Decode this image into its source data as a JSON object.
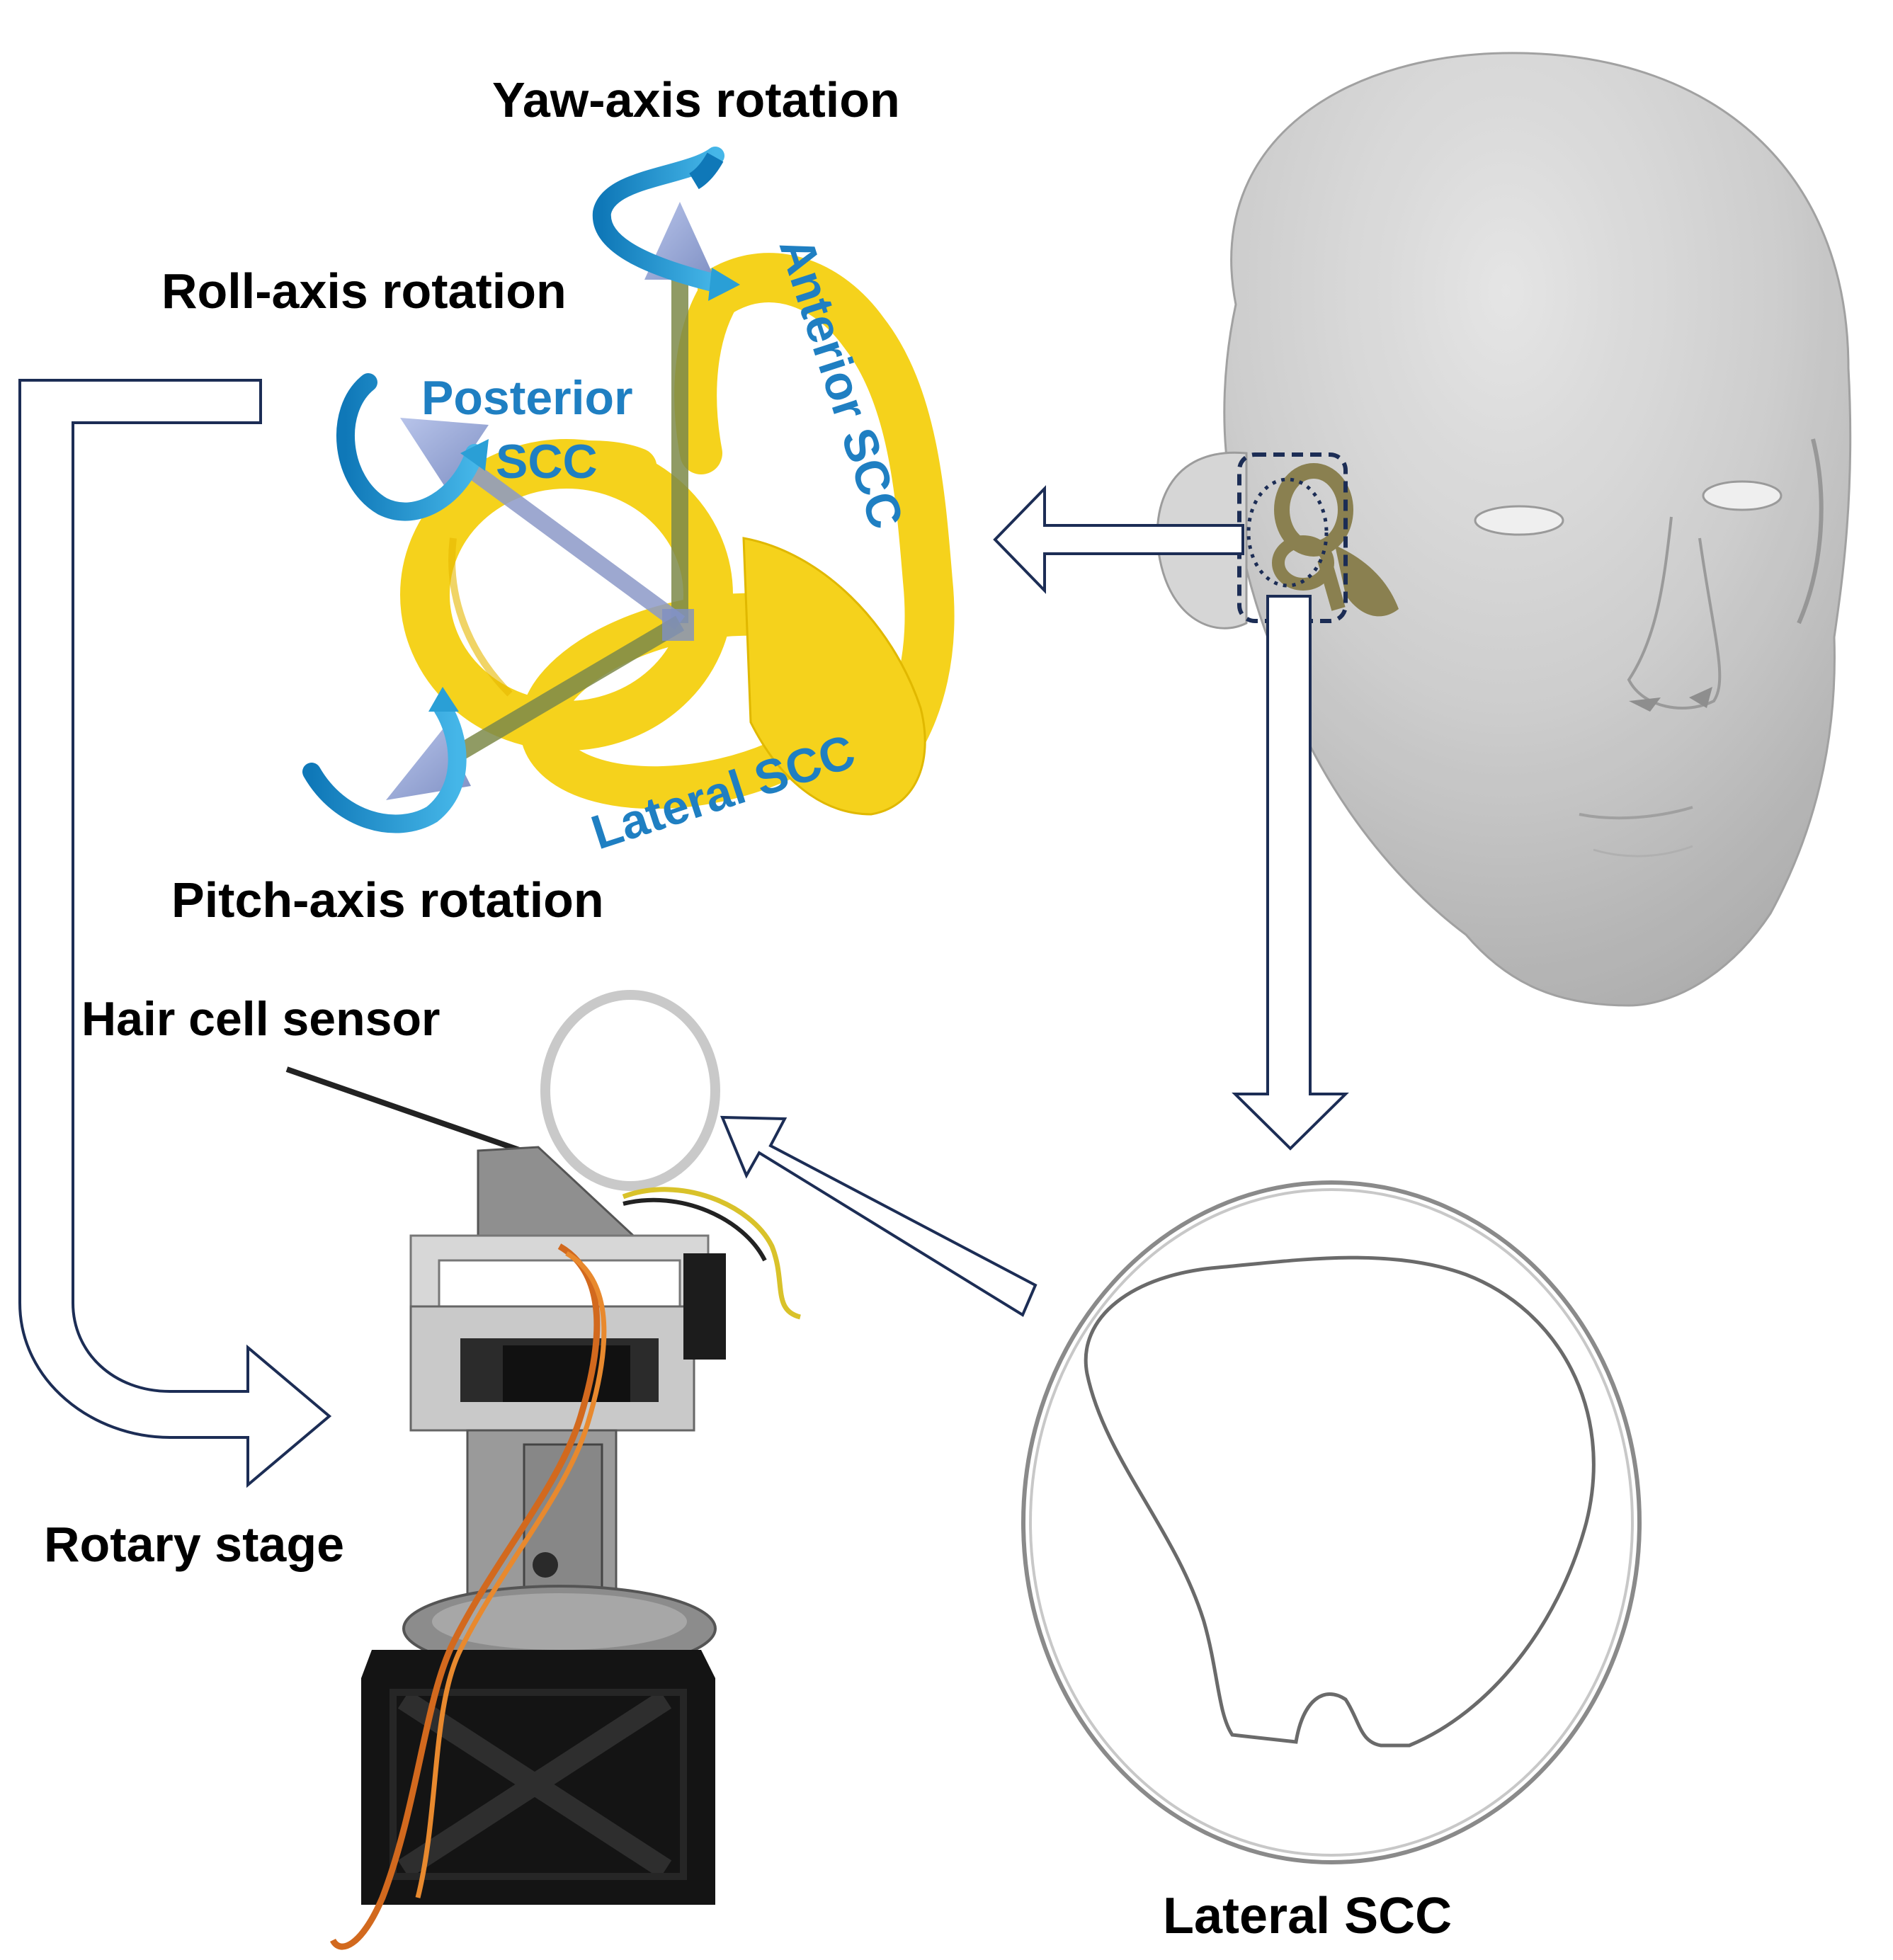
{
  "figure": {
    "labels": {
      "yaw": "Yaw-axis rotation",
      "roll": "Roll-axis rotation",
      "pitch": "Pitch-axis rotation",
      "hair_cell": "Hair cell sensor",
      "rotary": "Rotary stage",
      "lateral_scc_bottom": "Lateral SCC"
    },
    "canal_labels": {
      "posterior_1": "Posterior",
      "posterior_2": "SCC",
      "anterior": "Anterior SCC",
      "lateral": "Lateral SCC"
    },
    "colors": {
      "canal_yellow": "#f5d21c",
      "canal_label_blue": "#1f7fc2",
      "rotation_arrow": "#2a9fd6",
      "axis_arrow": "#9aa9d8",
      "flow_arrow_outline": "#1c2d55",
      "head_gray": "#c9c9c9",
      "inner_ear_olive": "#8a8050",
      "dashed_box": "#1c2d55"
    }
  }
}
